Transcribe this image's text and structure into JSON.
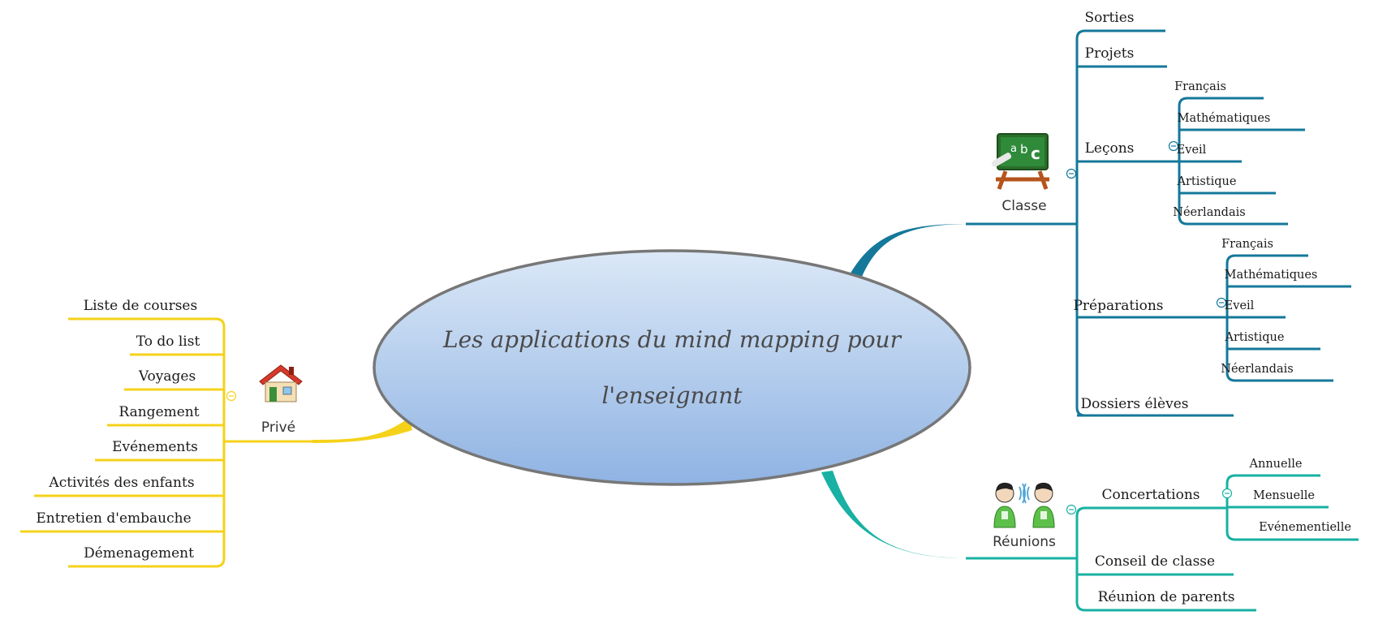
{
  "title_lines": [
    "Les applications du mind mapping pour",
    "l'enseignant"
  ],
  "colors": {
    "classe": "#14789a",
    "reunions": "#18b1a3",
    "prive": "#f5d21a",
    "center_top": "#dbe8f7",
    "center_bottom": "#8fb3e3",
    "center_stroke": "#777777"
  },
  "branches": {
    "classe": {
      "label": "Classe",
      "icon": "blackboard-icon",
      "board_letters": [
        "a",
        "b",
        "c"
      ],
      "topics": [
        {
          "label": "Sorties"
        },
        {
          "label": "Projets"
        },
        {
          "label": "Leçons",
          "children": [
            "Français",
            "Mathématiques",
            "Eveil",
            "Artistique",
            "Néerlandais"
          ]
        },
        {
          "label": "Préparations",
          "children": [
            "Français",
            "Mathématiques",
            "Eveil",
            "Artistique",
            "Néerlandais"
          ]
        },
        {
          "label": "Dossiers élèves"
        }
      ]
    },
    "reunions": {
      "label": "Réunions",
      "icon": "people-talking-icon",
      "topics": [
        {
          "label": "Concertations",
          "children": [
            "Annuelle",
            "Mensuelle",
            "Evénementielle"
          ]
        },
        {
          "label": "Conseil de classe"
        },
        {
          "label": "Réunion de parents"
        }
      ]
    },
    "prive": {
      "label": "Privé",
      "icon": "house-icon",
      "topics": [
        {
          "label": "Liste de courses"
        },
        {
          "label": "To do list"
        },
        {
          "label": "Voyages"
        },
        {
          "label": "Rangement"
        },
        {
          "label": "Evénements"
        },
        {
          "label": "Activités des enfants"
        },
        {
          "label": "Entretien d'embauche"
        },
        {
          "label": "Démenagement"
        }
      ]
    }
  }
}
